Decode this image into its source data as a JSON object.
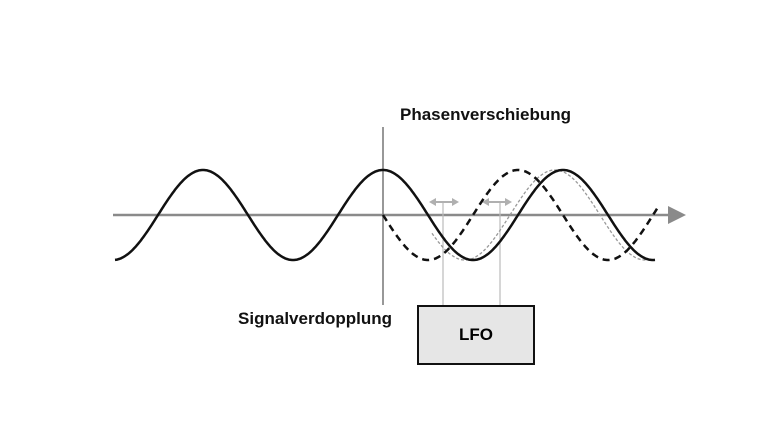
{
  "labels": {
    "phase_shift": "Phasenverschiebung",
    "signal_doubling": "Signalverdopplung",
    "lfo": "LFO"
  },
  "colors": {
    "signal": "#111111",
    "guide": "#b0b0b0",
    "axis": "#8a8a8a",
    "lfo_fill": "#e6e6e6"
  }
}
